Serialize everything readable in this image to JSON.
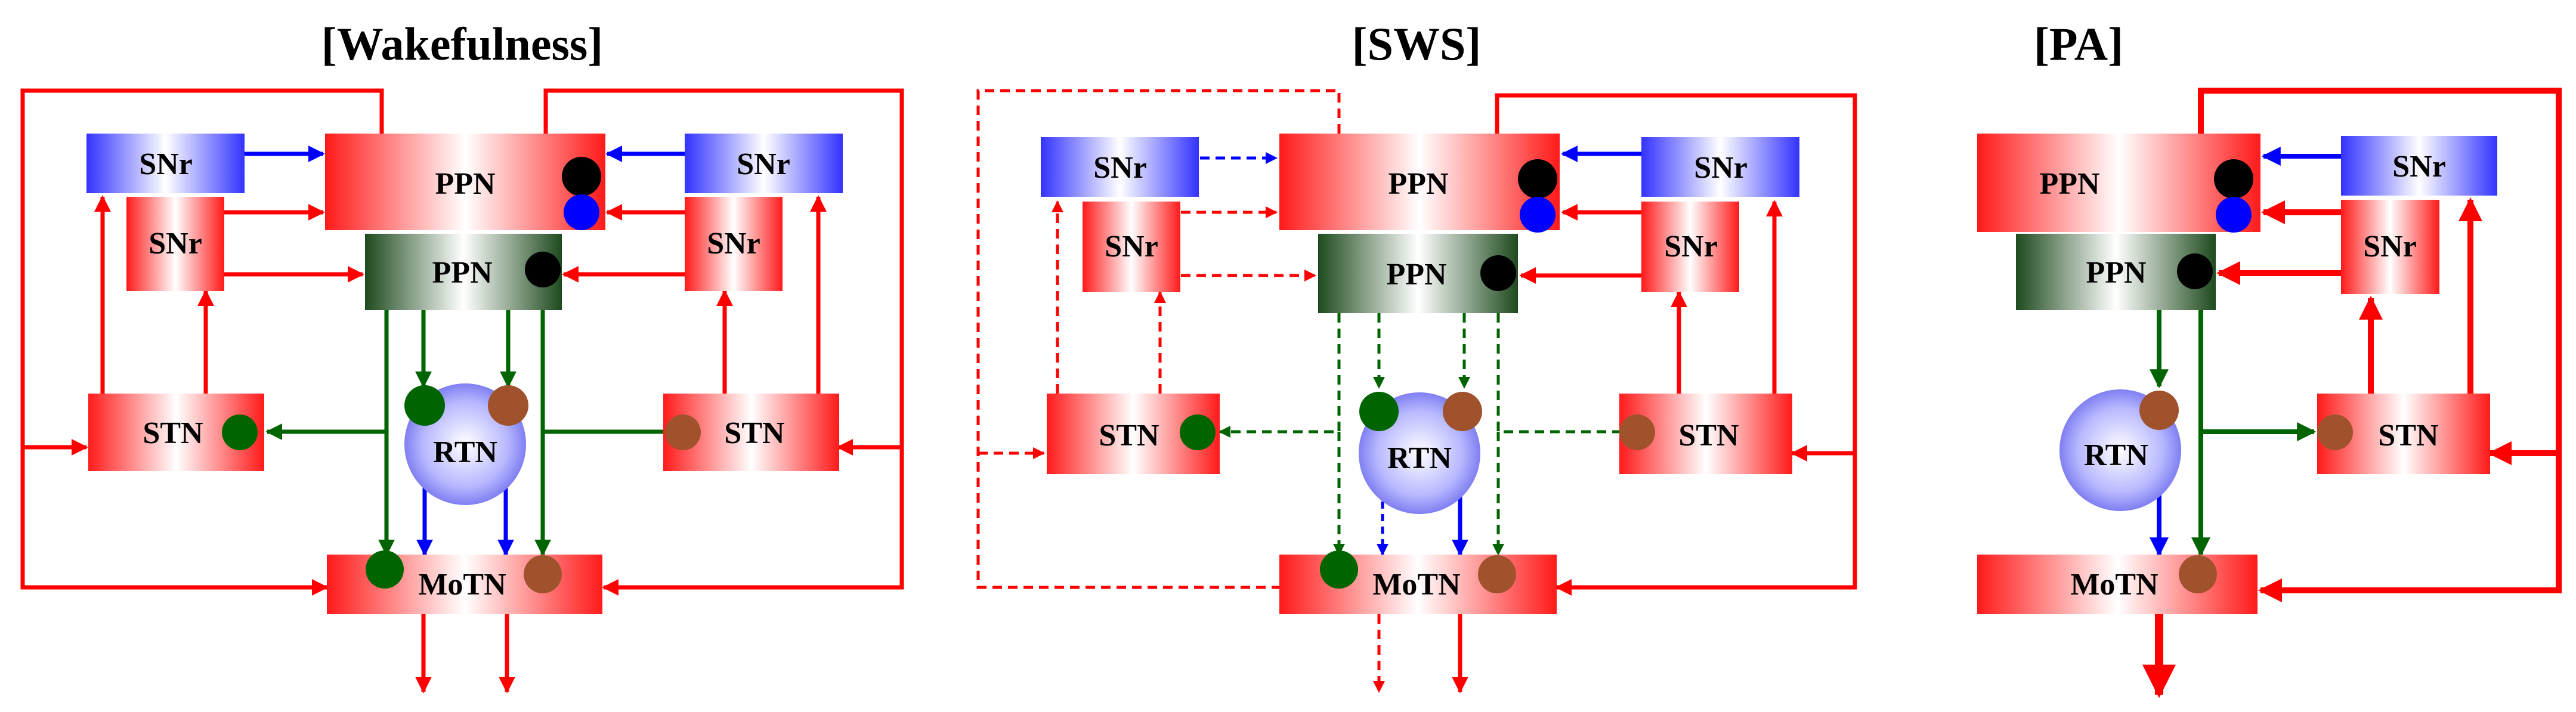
{
  "panels": {
    "wake": {
      "title": "[Wakefulness]"
    },
    "sws": {
      "title": "[SWS]"
    },
    "pa": {
      "title": "[PA]"
    }
  },
  "labels": {
    "snr": "SNr",
    "ppn": "PPN",
    "stn": "STN",
    "rtn": "RTN",
    "motn": "MoTN"
  },
  "colors": {
    "excitatory": "#ff0000",
    "inhibitory_blue": "#0000ff",
    "inhibitory_green": "#006400",
    "cholinergic_dot": "#000000",
    "brown_dot": "#a0522d",
    "blue_dot": "#0000ff",
    "green_dot": "#006400"
  }
}
